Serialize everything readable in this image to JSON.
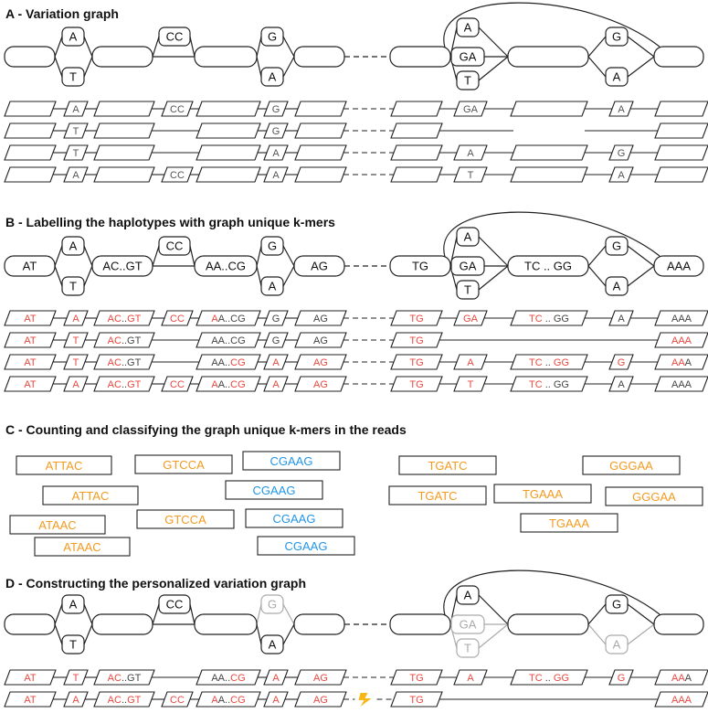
{
  "colors": {
    "stroke": "#222222",
    "grey": "#aaaaaa",
    "text": "#111111",
    "red": "#e8473f",
    "orange": "#f39a1f",
    "blue": "#2196e8",
    "bolt": "#f7b719"
  },
  "panels": {
    "A": {
      "title": "A - Variation graph"
    },
    "B": {
      "title": "B - Labelling the haplotypes with graph unique k-mers"
    },
    "C": {
      "title": "C - Counting and classifying the graph unique k-mers in the reads"
    },
    "D": {
      "title": "D - Constructing the personalized variation graph"
    }
  },
  "graph_nodes": {
    "n1": "",
    "a1": "A",
    "t1": "T",
    "n2": "",
    "cc": "CC",
    "n3": "",
    "g1": "G",
    "a2": "A",
    "n4": "",
    "n5": "",
    "a3": "A",
    "ga": "GA",
    "t3": "T",
    "n6": "",
    "g2": "G",
    "a4": "A",
    "n7": ""
  },
  "graph_nodes_labelled": {
    "n1": "AT",
    "a1": "A",
    "t1": "T",
    "n2": "AC..GT",
    "cc": "CC",
    "n3": "AA..CG",
    "g1": "G",
    "a2": "A",
    "n4": "AG",
    "n5": "TG",
    "a3": "A",
    "ga": "GA",
    "t3": "T",
    "n6": "TC .. GG",
    "g2": "G",
    "a4": "A",
    "n7": "AAA"
  },
  "haplotypes_A": [
    [
      "",
      "A",
      "",
      "CC",
      "",
      "G",
      "",
      "",
      "GA",
      "",
      "A",
      ""
    ],
    [
      "",
      "T",
      "",
      "",
      "",
      "G",
      "",
      "",
      "",
      "",
      "",
      ""
    ],
    [
      "",
      "T",
      "",
      "",
      "",
      "A",
      "",
      "",
      "A",
      "",
      "G",
      ""
    ],
    [
      "",
      "A",
      "",
      "CC",
      "",
      "A",
      "",
      "",
      "T",
      "",
      "A",
      ""
    ]
  ],
  "haplotypes_B": [
    [
      [
        [
          "AT",
          "r"
        ]
      ],
      [
        [
          "A",
          "r"
        ]
      ],
      [
        [
          "AC",
          "r"
        ],
        [
          "..",
          "k"
        ],
        [
          "GT",
          "r"
        ]
      ],
      [
        [
          "CC",
          "r"
        ]
      ],
      [
        [
          "A",
          "r"
        ],
        [
          "A..CG",
          "k"
        ]
      ],
      [
        [
          "G",
          "k"
        ]
      ],
      [
        [
          "AG",
          "k"
        ]
      ],
      [
        [
          "TG",
          "r"
        ]
      ],
      [
        [
          "GA",
          "r"
        ]
      ],
      [
        [
          "TC",
          "r"
        ],
        [
          " .. GG",
          "k"
        ]
      ],
      [
        [
          "A",
          "k"
        ]
      ],
      [
        [
          "AAA",
          "k"
        ]
      ]
    ],
    [
      [
        [
          "AT",
          "r"
        ]
      ],
      [
        [
          "T",
          "r"
        ]
      ],
      [
        [
          "AC",
          "r"
        ],
        [
          "..GT",
          "k"
        ]
      ],
      [],
      [
        [
          "AA..CG",
          "k"
        ]
      ],
      [
        [
          "G",
          "k"
        ]
      ],
      [
        [
          "AG",
          "k"
        ]
      ],
      [
        [
          "TG",
          "r"
        ]
      ],
      [],
      [],
      [],
      [
        [
          "AAA",
          "r"
        ]
      ]
    ],
    [
      [
        [
          "AT",
          "r"
        ]
      ],
      [
        [
          "T",
          "r"
        ]
      ],
      [
        [
          "AC",
          "r"
        ],
        [
          "..GT",
          "k"
        ]
      ],
      [],
      [
        [
          "AA..",
          "k"
        ],
        [
          "CG",
          "r"
        ]
      ],
      [
        [
          "A",
          "r"
        ]
      ],
      [
        [
          "AG",
          "r"
        ]
      ],
      [
        [
          "TG",
          "r"
        ]
      ],
      [
        [
          "A",
          "r"
        ]
      ],
      [
        [
          "TC",
          "r"
        ],
        [
          " .. ",
          "k"
        ],
        [
          "GG",
          "r"
        ]
      ],
      [
        [
          "G",
          "r"
        ]
      ],
      [
        [
          "AA",
          "r"
        ],
        [
          "A",
          "k"
        ]
      ]
    ],
    [
      [
        [
          "AT",
          "r"
        ]
      ],
      [
        [
          "A",
          "r"
        ]
      ],
      [
        [
          "AC",
          "r"
        ],
        [
          "..",
          "k"
        ],
        [
          "GT",
          "r"
        ]
      ],
      [
        [
          "CC",
          "r"
        ]
      ],
      [
        [
          "A",
          "r"
        ],
        [
          "A..",
          "k"
        ],
        [
          "CG",
          "r"
        ]
      ],
      [
        [
          "A",
          "r"
        ]
      ],
      [
        [
          "AG",
          "r"
        ]
      ],
      [
        [
          "TG",
          "r"
        ]
      ],
      [
        [
          "T",
          "r"
        ]
      ],
      [
        [
          "TC",
          "r"
        ],
        [
          " .. GG",
          "k"
        ]
      ],
      [
        [
          "A",
          "k"
        ]
      ],
      [
        [
          "AAA",
          "k"
        ]
      ]
    ]
  ],
  "reads": [
    {
      "label": "ATTAC",
      "color": "orange"
    },
    {
      "label": "GTCCA",
      "color": "orange"
    },
    {
      "label": "CGAAG",
      "color": "blue"
    },
    {
      "label": "ATTAC",
      "color": "orange"
    },
    {
      "label": "CGAAG",
      "color": "blue"
    },
    {
      "label": "ATAAC",
      "color": "orange"
    },
    {
      "label": "GTCCA",
      "color": "orange"
    },
    {
      "label": "CGAAG",
      "color": "blue"
    },
    {
      "label": "ATAAC",
      "color": "orange"
    },
    {
      "label": "CGAAG",
      "color": "blue"
    },
    {
      "label": "TGATC",
      "color": "orange"
    },
    {
      "label": "GGGAA",
      "color": "orange"
    },
    {
      "label": "TGATC",
      "color": "orange"
    },
    {
      "label": "TGAAA",
      "color": "orange"
    },
    {
      "label": "GGGAA",
      "color": "orange"
    },
    {
      "label": "TGAAA",
      "color": "orange"
    }
  ],
  "personal_graph": {
    "greyed_nodes": [
      "g1",
      "ga",
      "t3",
      "a4"
    ]
  },
  "haplotypes_D": [
    [
      [
        [
          "AT",
          "r"
        ]
      ],
      [
        [
          "T",
          "r"
        ]
      ],
      [
        [
          "AC",
          "r"
        ],
        [
          "..GT",
          "k"
        ]
      ],
      [],
      [
        [
          "AA..",
          "k"
        ],
        [
          "CG",
          "r"
        ]
      ],
      [
        [
          "A",
          "r"
        ]
      ],
      [
        [
          "AG",
          "r"
        ]
      ],
      [
        [
          "TG",
          "r"
        ]
      ],
      [
        [
          "A",
          "r"
        ]
      ],
      [
        [
          "TC",
          "r"
        ],
        [
          " .. ",
          "k"
        ],
        [
          "GG",
          "r"
        ]
      ],
      [
        [
          "G",
          "r"
        ]
      ],
      [
        [
          "AA",
          "r"
        ],
        [
          "A",
          "k"
        ]
      ]
    ],
    [
      [
        [
          "AT",
          "r"
        ]
      ],
      [
        [
          "A",
          "r"
        ]
      ],
      [
        [
          "AC",
          "r"
        ],
        [
          "..",
          "k"
        ],
        [
          "GT",
          "r"
        ]
      ],
      [
        [
          "CC",
          "r"
        ]
      ],
      [
        [
          "A",
          "r"
        ],
        [
          "A..",
          "k"
        ],
        [
          "CG",
          "r"
        ]
      ],
      [
        [
          "A",
          "r"
        ]
      ],
      [
        [
          "AG",
          "r"
        ]
      ],
      [
        [
          "TG",
          "r"
        ]
      ],
      [],
      [],
      [],
      [
        [
          "AAA",
          "r"
        ]
      ]
    ]
  ]
}
